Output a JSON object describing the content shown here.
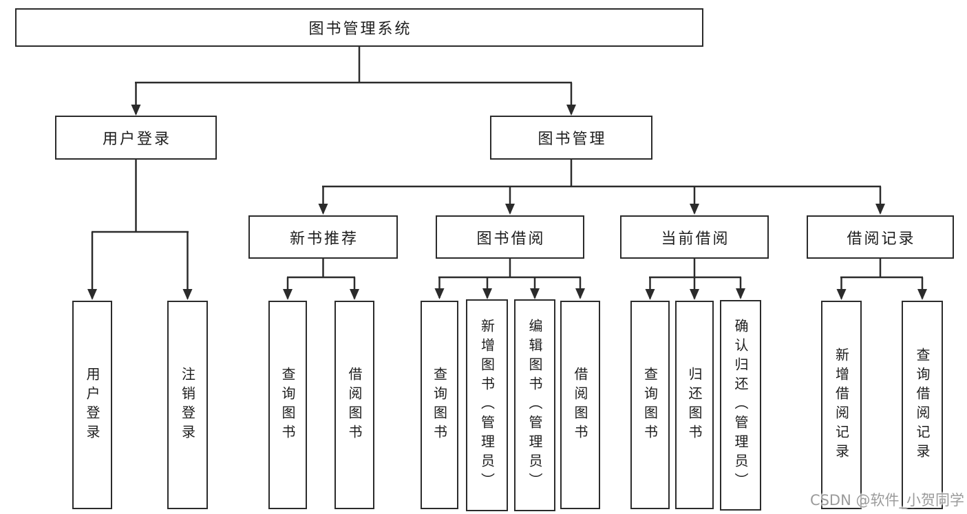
{
  "nodes": {
    "root": {
      "label": "图书管理系统"
    },
    "user_login": {
      "label": "用户登录",
      "children": [
        {
          "label": "用户登录"
        },
        {
          "label": "注销登录"
        }
      ]
    },
    "book_management": {
      "label": "图书管理",
      "children": [
        {
          "label": "新书推荐",
          "children": [
            {
              "label": "查询图书"
            },
            {
              "label": "借阅图书"
            }
          ]
        },
        {
          "label": "图书借阅",
          "children": [
            {
              "label": "查询图书"
            },
            {
              "label": "新增图书（管理员）"
            },
            {
              "label": "编辑图书（管理员）"
            },
            {
              "label": "借阅图书"
            }
          ]
        },
        {
          "label": "当前借阅",
          "children": [
            {
              "label": "查询图书"
            },
            {
              "label": "归还图书"
            },
            {
              "label": "确认归还（管理员）"
            }
          ]
        },
        {
          "label": "借阅记录",
          "children": [
            {
              "label": "新增借阅记录"
            },
            {
              "label": "查询借阅记录"
            }
          ]
        }
      ]
    }
  },
  "watermark": {
    "text": "CSDN @软件_小贺同学"
  },
  "colors": {
    "line": "#2b2b2b",
    "box_border": "#2b2b2b",
    "box_fill": "#ffffff",
    "text": "#1d1d1d",
    "watermark": "#9b9b9b",
    "background": "#ffffff"
  }
}
